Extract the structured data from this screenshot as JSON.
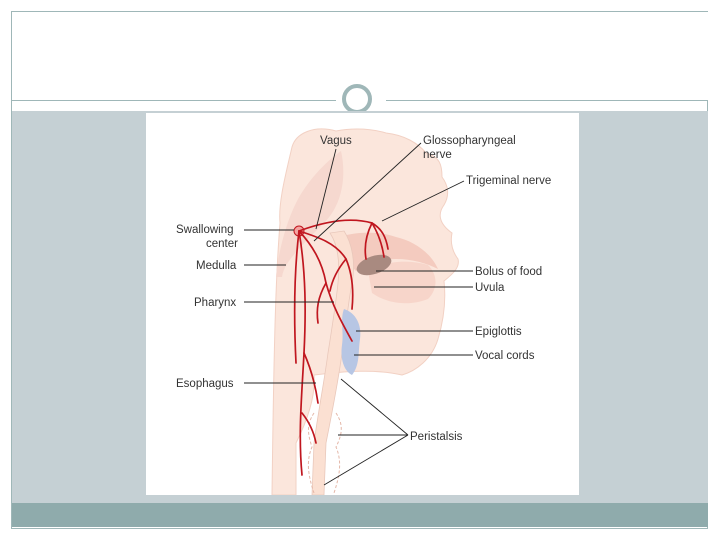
{
  "diagram": {
    "labels": {
      "vagus": "Vagus",
      "glossopharyngeal_line1": "Glossopharyngeal",
      "glossopharyngeal_line2": "nerve",
      "trigeminal": "Trigeminal nerve",
      "swallowing_center_line1": "Swallowing",
      "swallowing_center_line2": "center",
      "medulla": "Medulla",
      "pharynx": "Pharynx",
      "bolus": "Bolus of food",
      "uvula": "Uvula",
      "epiglottis": "Epiglottis",
      "vocal_cords": "Vocal cords",
      "esophagus": "Esophagus",
      "peristalsis": "Peristalsis"
    },
    "colors": {
      "nerve": "#c0161f",
      "skin": "#fbe6dc",
      "tissue": "#f6d2c8",
      "bolus": "#a98a80",
      "epiglottis": "#b7c6e4",
      "swallowing_center": "#f4a3a0"
    }
  },
  "theme": {
    "frame": "#9fb7b8",
    "content_background": "#c5d0d4",
    "footer": "#8fabac"
  }
}
